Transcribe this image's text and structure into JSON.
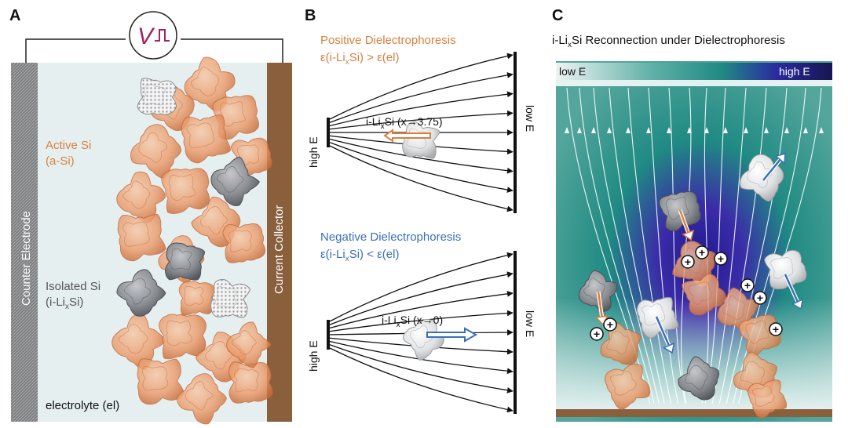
{
  "colors": {
    "si_active": "#e8976a",
    "si_active_stroke": "#c36a3a",
    "si_isolated": "#8c8f94",
    "si_light": "#d5d7da",
    "electrolyte": "#e6eff0",
    "counter_electrode": "#7a7c7e",
    "current_collector": "#8a5f3c",
    "positive_text": "#d9803f",
    "negative_text": "#3a6fb6",
    "voltage_symbol": "#a2245e",
    "field_low": "#4aa39b",
    "field_high": "#2a2a8c"
  },
  "panel_a": {
    "letter": "A",
    "voltage_symbol": "V",
    "counter_electrode": "Counter Electrode",
    "current_collector": "Current Collector",
    "active_si_1": "Active Si",
    "active_si_2": "(a-Si)",
    "isolated_si_1": "Isolated Si",
    "isolated_si_2a": "(i-Li",
    "isolated_si_2sub": "x",
    "isolated_si_2b": "Si)",
    "electrolyte": "electrolyte (el)"
  },
  "panel_b": {
    "letter": "B",
    "positive_title": "Positive Dielectrophoresis",
    "positive_cond_a": "ε(i-Li",
    "positive_cond_sub": "x",
    "positive_cond_b": "Si) > ε(el)",
    "positive_particle_a": "i-Li",
    "positive_particle_sub": "x",
    "positive_particle_b": "Si (x→3.75)",
    "negative_title": "Negative Dielectrophoresis",
    "negative_cond_a": "ε(i-Li",
    "negative_cond_sub": "x",
    "negative_cond_b": "Si) < ε(el)",
    "negative_particle_a": "i-Li",
    "negative_particle_sub": "x",
    "negative_particle_b": "Si (x→0)",
    "high_e": "high E",
    "low_e": "low E"
  },
  "panel_c": {
    "letter": "C",
    "title_a": "i-Li",
    "title_sub": "x",
    "title_b": "Si Reconnection under Dielectrophoresis",
    "scale_low": "low E",
    "scale_high": "high E",
    "charge_symbol": "+"
  }
}
